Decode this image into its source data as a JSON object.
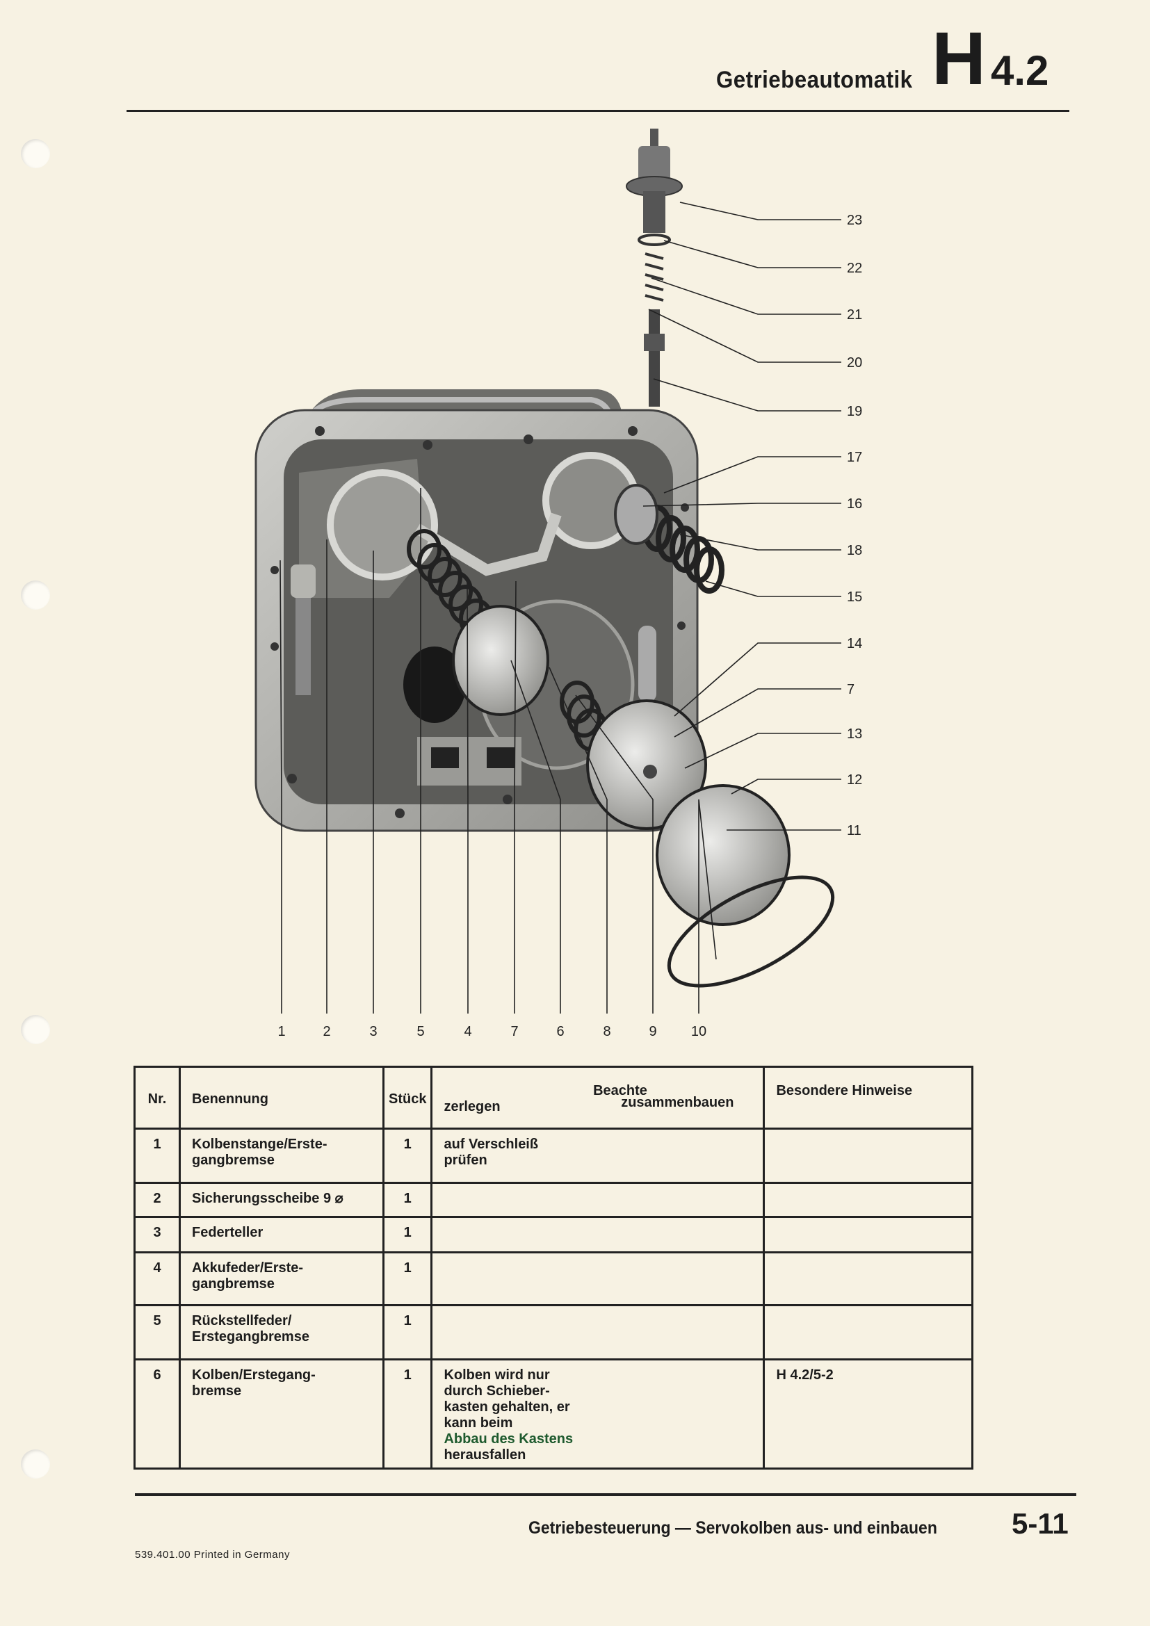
{
  "header": {
    "section_title": "Getriebeautomatik",
    "section_letter": "H",
    "section_number": "4.2"
  },
  "diagram": {
    "right_callouts": [
      "23",
      "22",
      "21",
      "20",
      "19",
      "17",
      "16",
      "18",
      "15",
      "14",
      "7",
      "13",
      "12",
      "11"
    ],
    "bottom_callouts": [
      "1",
      "2",
      "3",
      "5",
      "4",
      "7",
      "6",
      "8",
      "9",
      "10"
    ]
  },
  "table": {
    "headers": {
      "nr": "Nr.",
      "name": "Benennung",
      "qty": "Stück",
      "note_group": "Beachte",
      "disassemble": "zerlegen",
      "assemble": "zusammenbauen",
      "remarks": "Besondere Hinweise"
    },
    "rows": [
      {
        "nr": "1",
        "name": "Kolbenstange/Erste-gangbremse",
        "qty": "1",
        "disassemble": "auf Verschleiß prüfen",
        "assemble": "",
        "remarks": ""
      },
      {
        "nr": "2",
        "name": "Sicherungsscheibe 9 ⌀",
        "qty": "1",
        "disassemble": "",
        "assemble": "",
        "remarks": ""
      },
      {
        "nr": "3",
        "name": "Federteller",
        "qty": "1",
        "disassemble": "",
        "assemble": "",
        "remarks": ""
      },
      {
        "nr": "4",
        "name": "Akkufeder/Erste-gangbremse",
        "qty": "1",
        "disassemble": "",
        "assemble": "",
        "remarks": ""
      },
      {
        "nr": "5",
        "name": "Rückstellfeder/ Erstegangbremse",
        "qty": "1",
        "disassemble": "",
        "assemble": "",
        "remarks": ""
      },
      {
        "nr": "6",
        "name": "Kolben/Erstegang-bremse",
        "qty": "1",
        "disassemble": "Kolben wird nur durch Schieber-kasten gehalten, er kann beim",
        "disassemble_extra": "Abbau des Kastens",
        "disassemble_end": "herausfallen",
        "assemble": "",
        "remarks": "H 4.2/5-2"
      }
    ]
  },
  "footer": {
    "title": "Getriebesteuerung — Servokolben aus- und einbauen",
    "page": "5-11",
    "print_note": "539.401.00  Printed in Germany"
  }
}
